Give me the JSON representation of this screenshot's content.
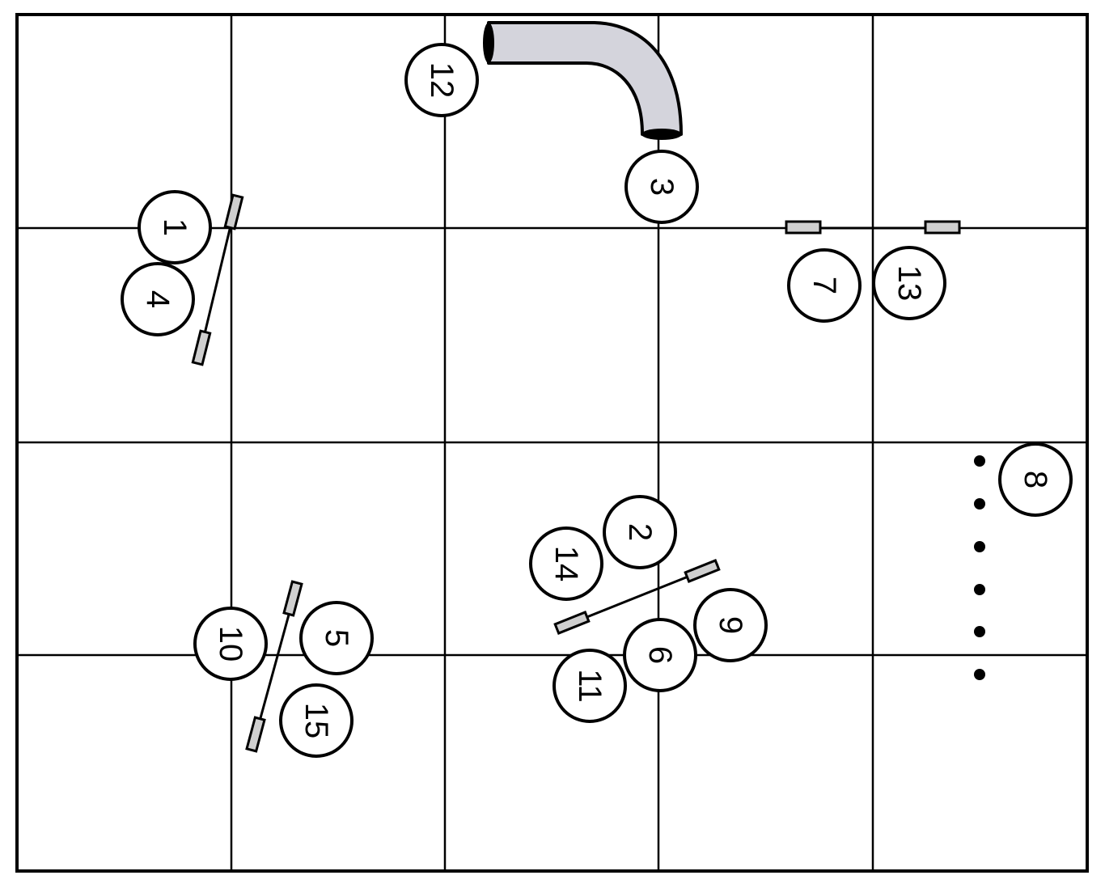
{
  "colors": {
    "background": "#ffffff",
    "ink": "#000000",
    "tunnel_fill": "#d4d4dc",
    "bar_end_fill": "#cfcfcf"
  },
  "course": {
    "grid_columns": 5,
    "grid_rows": 4,
    "obstacles": [
      {
        "name": "jump-1-4",
        "type": "bar-jump"
      },
      {
        "name": "jump-5-10-15",
        "type": "bar-jump"
      },
      {
        "name": "jump-6-9-11",
        "type": "bar-jump"
      },
      {
        "name": "jump-7-13",
        "type": "bar-jump"
      },
      {
        "name": "tunnel-3-12",
        "type": "curved-tunnel"
      },
      {
        "name": "weave-poles-8",
        "type": "weave-poles",
        "poles": 6
      }
    ],
    "numbers": [
      "1",
      "2",
      "3",
      "4",
      "5",
      "6",
      "7",
      "8",
      "9",
      "10",
      "11",
      "12",
      "13",
      "14",
      "15"
    ]
  }
}
